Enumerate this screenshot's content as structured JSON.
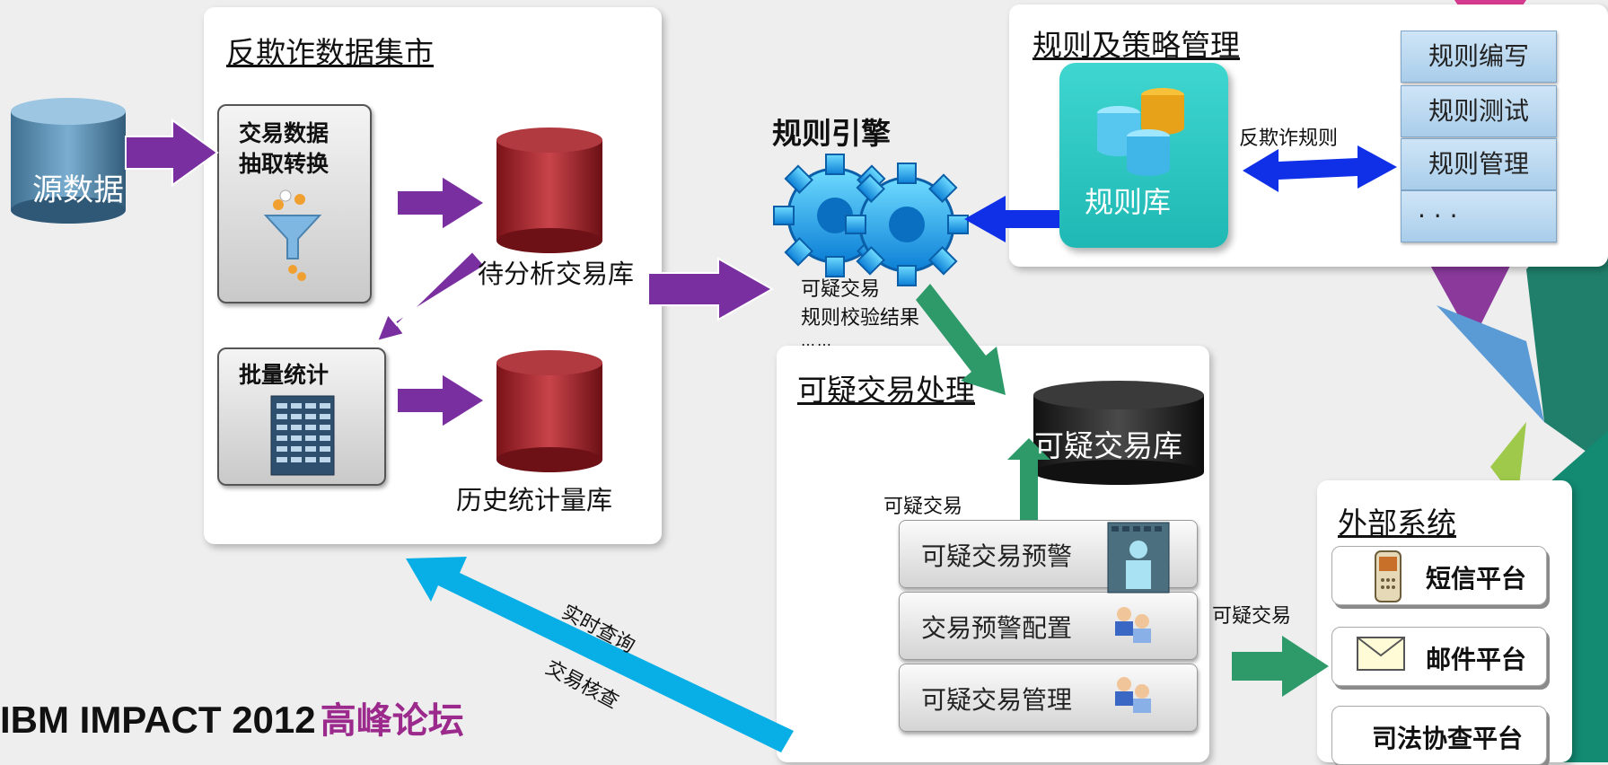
{
  "source": {
    "label": "源数据"
  },
  "datamart": {
    "title": "反欺诈数据集市",
    "extract_box": {
      "line1": "交易数据",
      "line2": "抽取转换"
    },
    "batch_box": {
      "label": "批量统计"
    },
    "pending_db": {
      "label": "待分析交易库"
    },
    "history_db": {
      "label": "历史统计量库"
    }
  },
  "rule_engine": {
    "title": "规则引擎",
    "output_line1": "可疑交易",
    "output_line2": "规则校验结果",
    "output_line3": "……"
  },
  "rule_mgmt": {
    "title": "规则及策略管理",
    "rule_lib": "规则库",
    "arrow_label": "反欺诈规则",
    "buttons": [
      "规则编写",
      "规则测试",
      "规则管理",
      "· · ·"
    ]
  },
  "suspicious": {
    "title": "可疑交易处理",
    "db_label": "可疑交易库",
    "arrow_label": "可疑交易",
    "items": [
      "可疑交易预警",
      "交易预警配置",
      "可疑交易管理"
    ]
  },
  "external": {
    "title": "外部系统",
    "arrow_label": "可疑交易",
    "items": [
      "短信平台",
      "邮件平台",
      "司法协查平台"
    ]
  },
  "query_arrow": {
    "label1": "实时查询",
    "label2": "交易核查"
  },
  "footer": {
    "brand": "IBM IMPACT 2012",
    "forum": "高峰论坛"
  },
  "colors": {
    "purple_arrow": "#7a2fa0",
    "green_arrow": "#2e9a6a",
    "blue_arrow": "#1030e8",
    "cyan_arrow": "#08aee6",
    "forum_text": "#9b2a8c"
  }
}
